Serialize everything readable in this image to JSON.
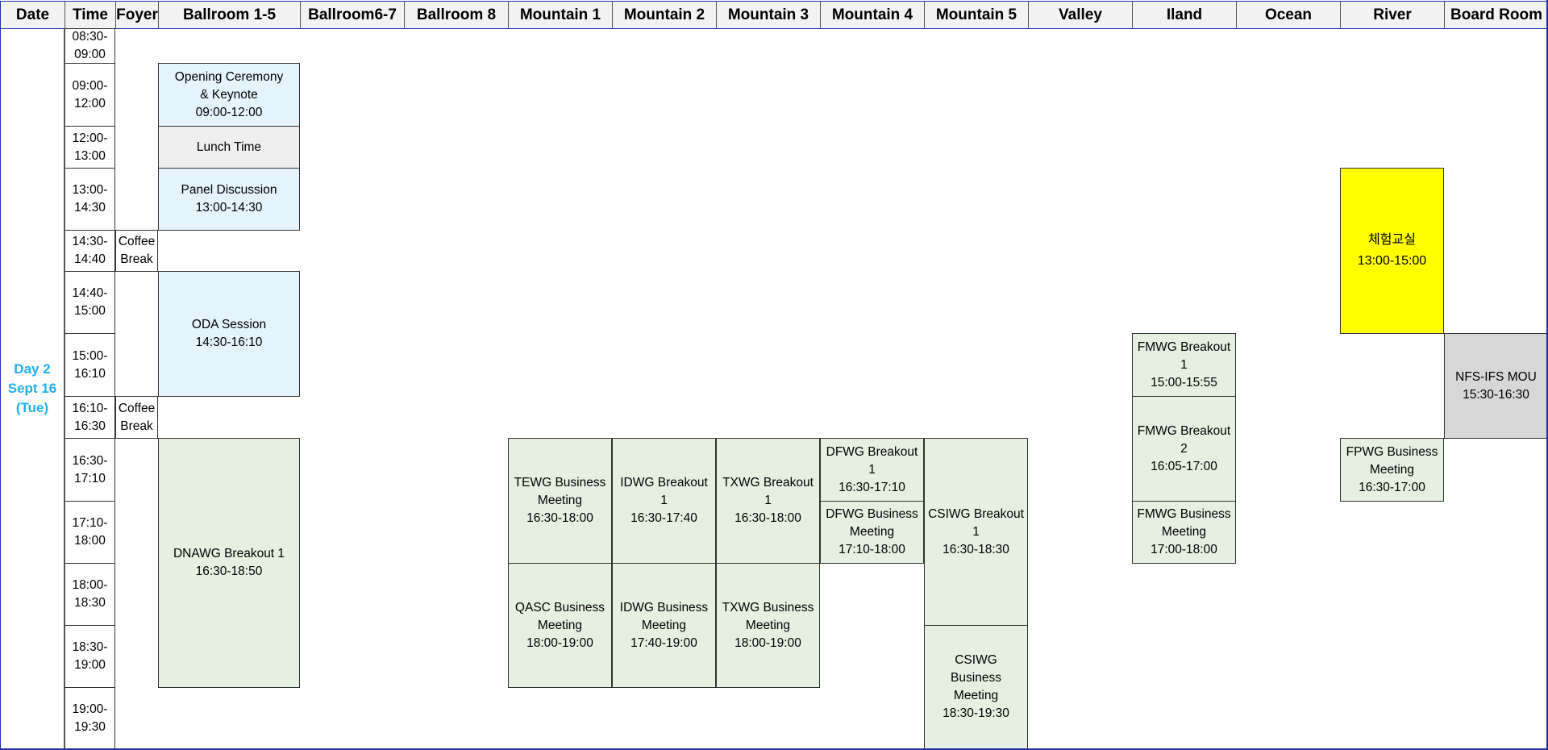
{
  "columns": [
    "Date",
    "Time",
    "Foyer",
    "Ballroom 1-5",
    "Ballroom6-7",
    "Ballroom 8",
    "Mountain 1",
    "Mountain 2",
    "Mountain 3",
    "Mountain 4",
    "Mountain 5",
    "Valley",
    "Iland",
    "Ocean",
    "River",
    "Board Room"
  ],
  "date_label": "Day 2\nSept 16\n(Tue)",
  "time_slots": [
    "08:30-\n09:00",
    "09:00-\n12:00",
    "12:00-\n13:00",
    "13:00-\n14:30",
    "14:30-\n14:40",
    "14:40-\n15:00",
    "15:00-\n16:10",
    "16:10-\n16:30",
    "16:30-\n17:10",
    "17:10-\n18:00",
    "18:00-\n18:30",
    "18:30-\n19:00",
    "19:00-\n19:30"
  ],
  "events": [
    {
      "id": "opening-ceremony",
      "col": 3,
      "row": 1,
      "span": 1,
      "style": "blue",
      "text": "Opening Ceremony\n& Keynote\n09:00-12:00"
    },
    {
      "id": "lunch-time",
      "col": 3,
      "row": 2,
      "span": 1,
      "style": "gray",
      "text": "Lunch Time"
    },
    {
      "id": "panel-discussion",
      "col": 3,
      "row": 3,
      "span": 1,
      "style": "blue",
      "text": "Panel Discussion\n13:00-14:30"
    },
    {
      "id": "coffee-break-1",
      "col": 2,
      "row": 4,
      "span": 1,
      "style": "plain",
      "text": "Coffee\nBreak"
    },
    {
      "id": "oda-session",
      "col": 3,
      "row": 5,
      "span": 2,
      "style": "blue",
      "text": "ODA Session\n14:30-16:10"
    },
    {
      "id": "coffee-break-2",
      "col": 2,
      "row": 7,
      "span": 1,
      "style": "plain",
      "text": "Coffee\nBreak"
    },
    {
      "id": "dnawg-breakout-1",
      "col": 3,
      "row": 8,
      "span": 4,
      "style": "green",
      "text": "DNAWG Breakout 1\n16:30-18:50"
    },
    {
      "id": "tewg-business-meeting",
      "col": 6,
      "row": 8,
      "span": 2,
      "style": "green",
      "text": "TEWG Business\nMeeting\n16:30-18:00"
    },
    {
      "id": "qasc-business-meeting",
      "col": 6,
      "row": 10,
      "span": 2,
      "style": "green",
      "text": "QASC Business\nMeeting\n18:00-19:00"
    },
    {
      "id": "idwg-breakout-1",
      "col": 7,
      "row": 8,
      "span": 2,
      "style": "green",
      "text": "IDWG Breakout 1\n16:30-17:40"
    },
    {
      "id": "idwg-business-meeting",
      "col": 7,
      "row": 10,
      "span": 2,
      "style": "green",
      "text": "IDWG Business\nMeeting\n17:40-19:00"
    },
    {
      "id": "txwg-breakout-1",
      "col": 8,
      "row": 8,
      "span": 2,
      "style": "green",
      "text": "TXWG Breakout 1\n16:30-18:00"
    },
    {
      "id": "txwg-business-meeting",
      "col": 8,
      "row": 10,
      "span": 2,
      "style": "green",
      "text": "TXWG Business\nMeeting\n18:00-19:00"
    },
    {
      "id": "dfwg-breakout-1",
      "col": 9,
      "row": 8,
      "span": 1,
      "style": "green",
      "text": "DFWG Breakout 1\n16:30-17:10"
    },
    {
      "id": "dfwg-business-meeting",
      "col": 9,
      "row": 9,
      "span": 1,
      "style": "green",
      "text": "DFWG Business\nMeeting\n17:10-18:00"
    },
    {
      "id": "csiwg-breakout-1",
      "col": 10,
      "row": 8,
      "span": 3,
      "style": "green",
      "text": "CSIWG Breakout\n1\n16:30-18:30"
    },
    {
      "id": "csiwg-business-meeting",
      "col": 10,
      "row": 11,
      "span": 2,
      "style": "green",
      "text": "CSIWG Business\nMeeting\n18:30-19:30"
    },
    {
      "id": "fmwg-breakout-1",
      "col": 12,
      "row": 6,
      "span": 1,
      "style": "green",
      "text": "FMWG Breakout\n1\n15:00-15:55"
    },
    {
      "id": "fmwg-breakout-2",
      "col": 12,
      "row": 7,
      "span": 2,
      "style": "green",
      "text": "FMWG Breakout\n2\n16:05-17:00"
    },
    {
      "id": "fmwg-business-meeting",
      "col": 12,
      "row": 9,
      "span": 1,
      "style": "green",
      "text": "FMWG Business\nMeeting\n17:00-18:00"
    },
    {
      "id": "experience-class",
      "col": 14,
      "row": 3,
      "span": 3,
      "style": "yellow",
      "text": "체험교실\n13:00-15:00"
    },
    {
      "id": "fpwg-business-meeting",
      "col": 14,
      "row": 8,
      "span": 1,
      "style": "green",
      "text": "FPWG Business\nMeeting\n16:30-17:00"
    },
    {
      "id": "nfs-ifs-mou",
      "col": 15,
      "row": 6,
      "span": 2,
      "style": "darkgray",
      "text": "NFS-IFS MOU\n15:30-16:30"
    }
  ]
}
